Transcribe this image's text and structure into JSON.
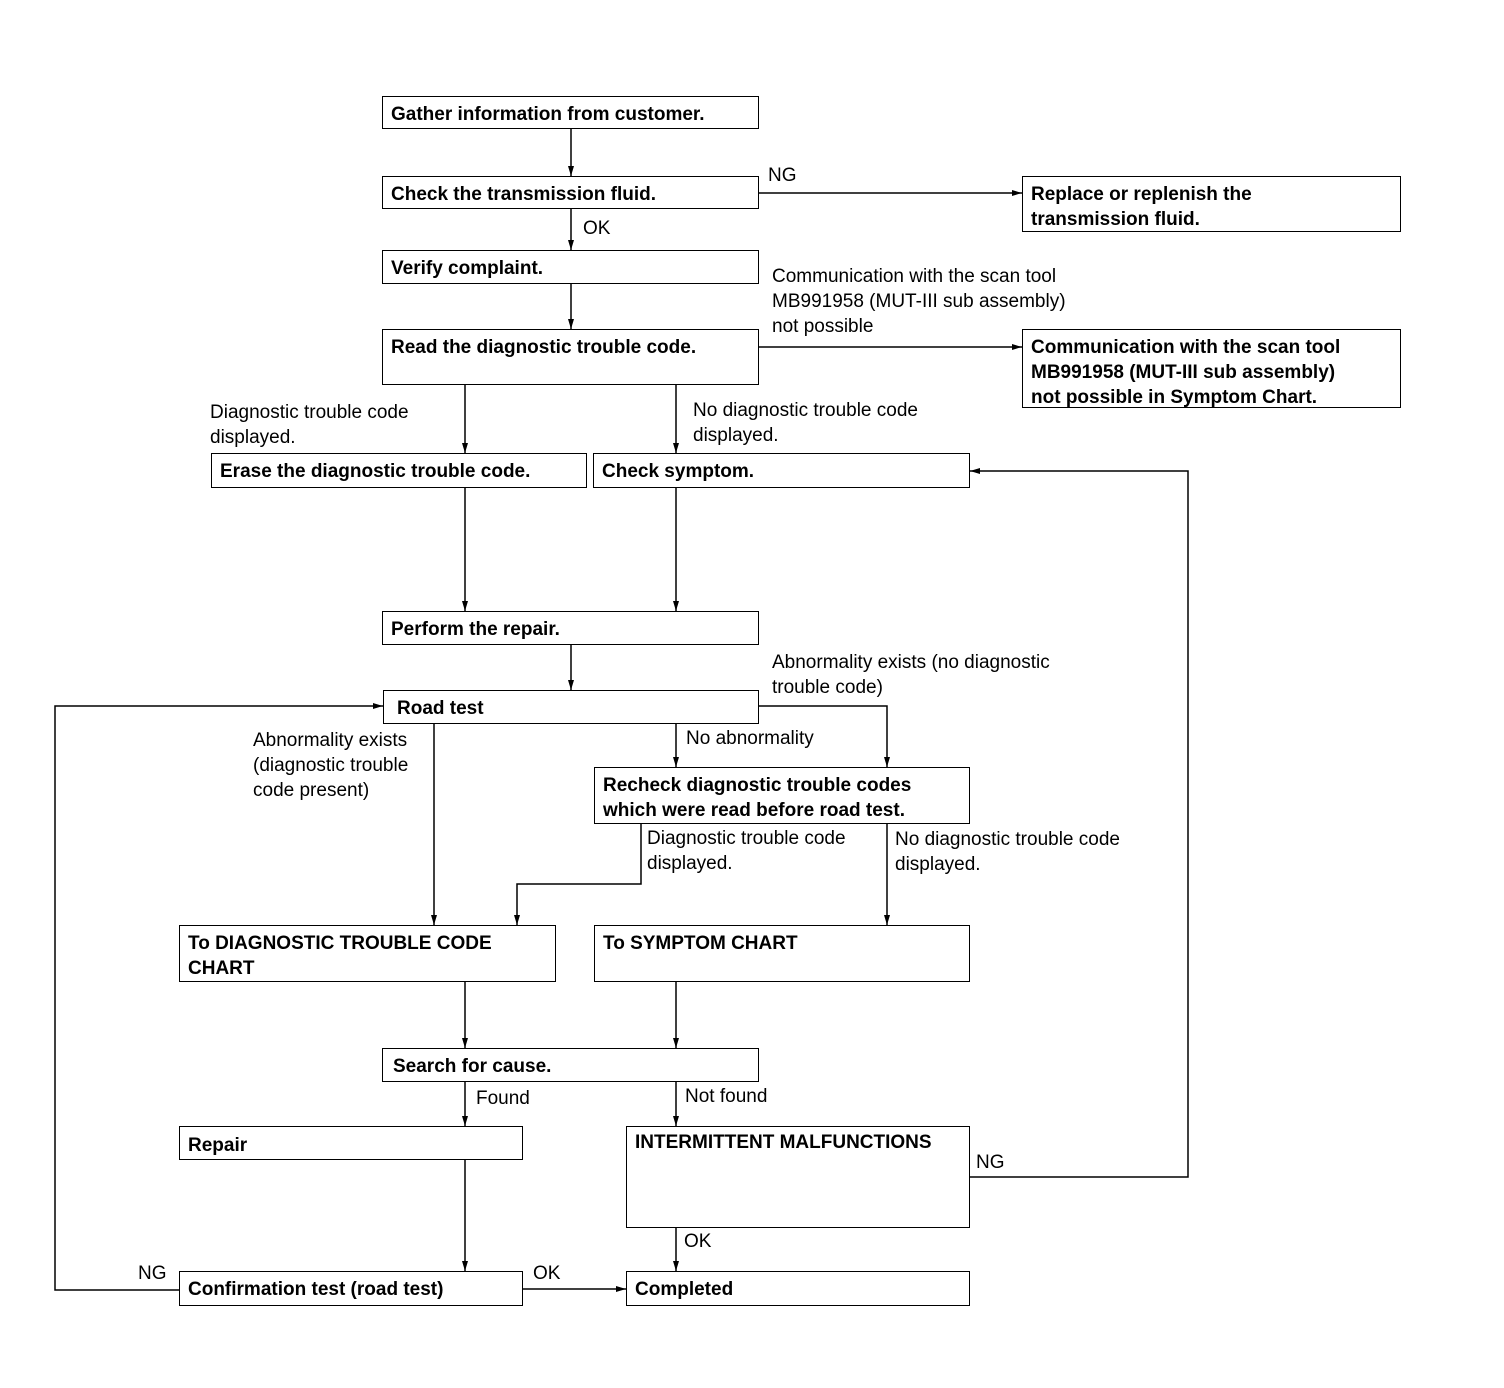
{
  "boxes": {
    "gather": "Gather information from customer.",
    "check_fluid": "Check the  transmission fluid.",
    "replace_fluid": "Replace or replenish the\ntransmission fluid.",
    "verify": "Verify complaint.",
    "read_dtc": "Read the diagnostic trouble code.",
    "comm_chart": "Communication with the scan tool\nMB991958 (MUT-III sub assembly)\nnot possible in Symptom Chart.",
    "erase_dtc": "Erase the diagnostic trouble code.",
    "check_symptom": "Check symptom.",
    "perform_repair": "Perform the repair.",
    "road_test": "Road test",
    "recheck": "Recheck diagnostic trouble codes\nwhich were read before road test.",
    "to_dtc_chart": "To DIAGNOSTIC TROUBLE CODE\nCHART",
    "to_symptom_chart": "To SYMPTOM CHART",
    "search": "Search for cause.",
    "repair": "Repair",
    "intermittent": "INTERMITTENT MALFUNCTIONS",
    "confirmation": "Confirmation test (road test)",
    "completed": "Completed"
  },
  "labels": {
    "ng_fluid": "NG",
    "ok_fluid": "OK",
    "comm_not_possible": "Communication with the scan tool\nMB991958 (MUT-III sub assembly)\nnot possible",
    "dtc_displayed": "Diagnostic trouble code\ndisplayed.",
    "no_dtc_displayed": "No diagnostic trouble code\ndisplayed.",
    "abn_no_dtc": "Abnormality exists (no diagnostic\ntrouble code)",
    "abn_dtc_present": "Abnormality exists\n(diagnostic trouble\ncode present)",
    "no_abnormality": "No abnormality",
    "recheck_dtc_displayed": "Diagnostic trouble code\ndisplayed.",
    "recheck_no_dtc_displayed": "No diagnostic trouble code\ndisplayed.",
    "found": "Found",
    "not_found": "Not found",
    "ng_intermittent": "NG",
    "ok_intermittent": "OK",
    "ng_confirmation": "NG",
    "ok_confirmation": "OK"
  }
}
